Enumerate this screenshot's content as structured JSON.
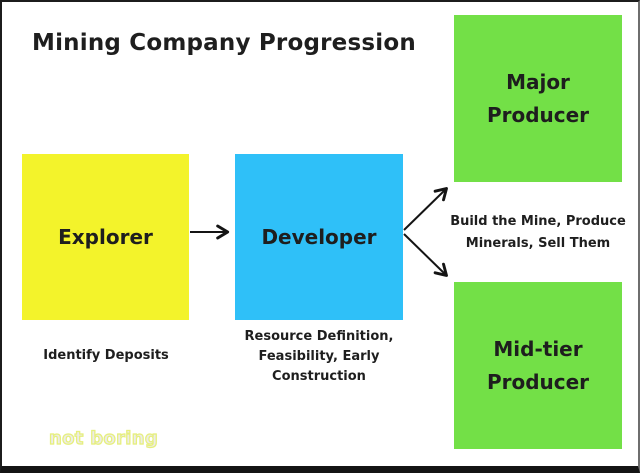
{
  "title": "Mining Company Progression",
  "colors": {
    "yellow": "#F3F32B",
    "blue": "#2FC0F8",
    "green": "#73E047",
    "text": "#1E1E1E",
    "arrow": "#141414",
    "logo_fill": "#EDECE6",
    "logo_stroke": "#E6EF7C"
  },
  "nodes": {
    "explorer": {
      "label": "Explorer",
      "caption": "Identify Deposits"
    },
    "developer": {
      "label": "Developer",
      "caption_lines": [
        "Resource Definition,",
        "Feasibility, Early",
        "Construction"
      ]
    },
    "major_producer": {
      "label_lines": [
        "Major",
        "Producer"
      ]
    },
    "mid_tier_producer": {
      "label_lines": [
        "Mid-tier",
        "Producer"
      ]
    }
  },
  "annotations": {
    "producer_note_lines": [
      "Build the Mine, Produce",
      "Minerals, Sell Them"
    ]
  },
  "footer": {
    "logo": "not boring"
  }
}
